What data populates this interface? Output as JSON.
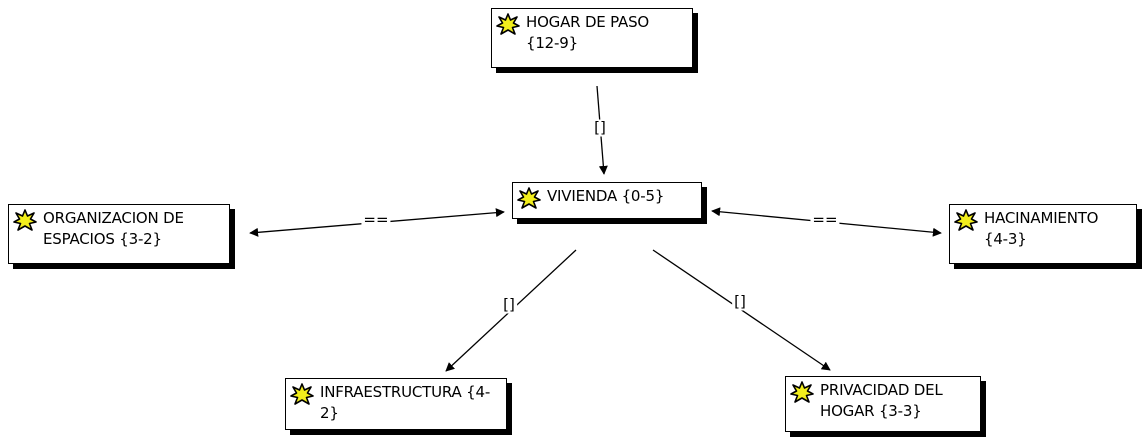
{
  "nodes": {
    "hogar_de_paso": {
      "label": "HOGAR DE PASO {12-9}"
    },
    "vivienda": {
      "label": "VIVIENDA {0-5}"
    },
    "organizacion": {
      "label": "ORGANIZACION DE ESPACIOS {3-2}"
    },
    "hacinamiento": {
      "label": "HACINAMIENTO {4-3}"
    },
    "infraestructura": {
      "label": "INFRAESTRUCTURA {4-2}"
    },
    "privacidad": {
      "label": "PRIVACIDAD DEL HOGAR {3-3}"
    }
  },
  "edges": {
    "hogar_to_vivienda": {
      "label": "[]"
    },
    "vivienda_organizacion": {
      "label": "=="
    },
    "vivienda_hacinamiento": {
      "label": "=="
    },
    "vivienda_infraestructura": {
      "label": "[]"
    },
    "vivienda_privacidad": {
      "label": "[]"
    }
  },
  "colors": {
    "icon_fill": "#f2ee1c",
    "icon_stroke": "#000000",
    "border": "#000000",
    "background": "#ffffff"
  },
  "icon": "starburst-node-icon"
}
